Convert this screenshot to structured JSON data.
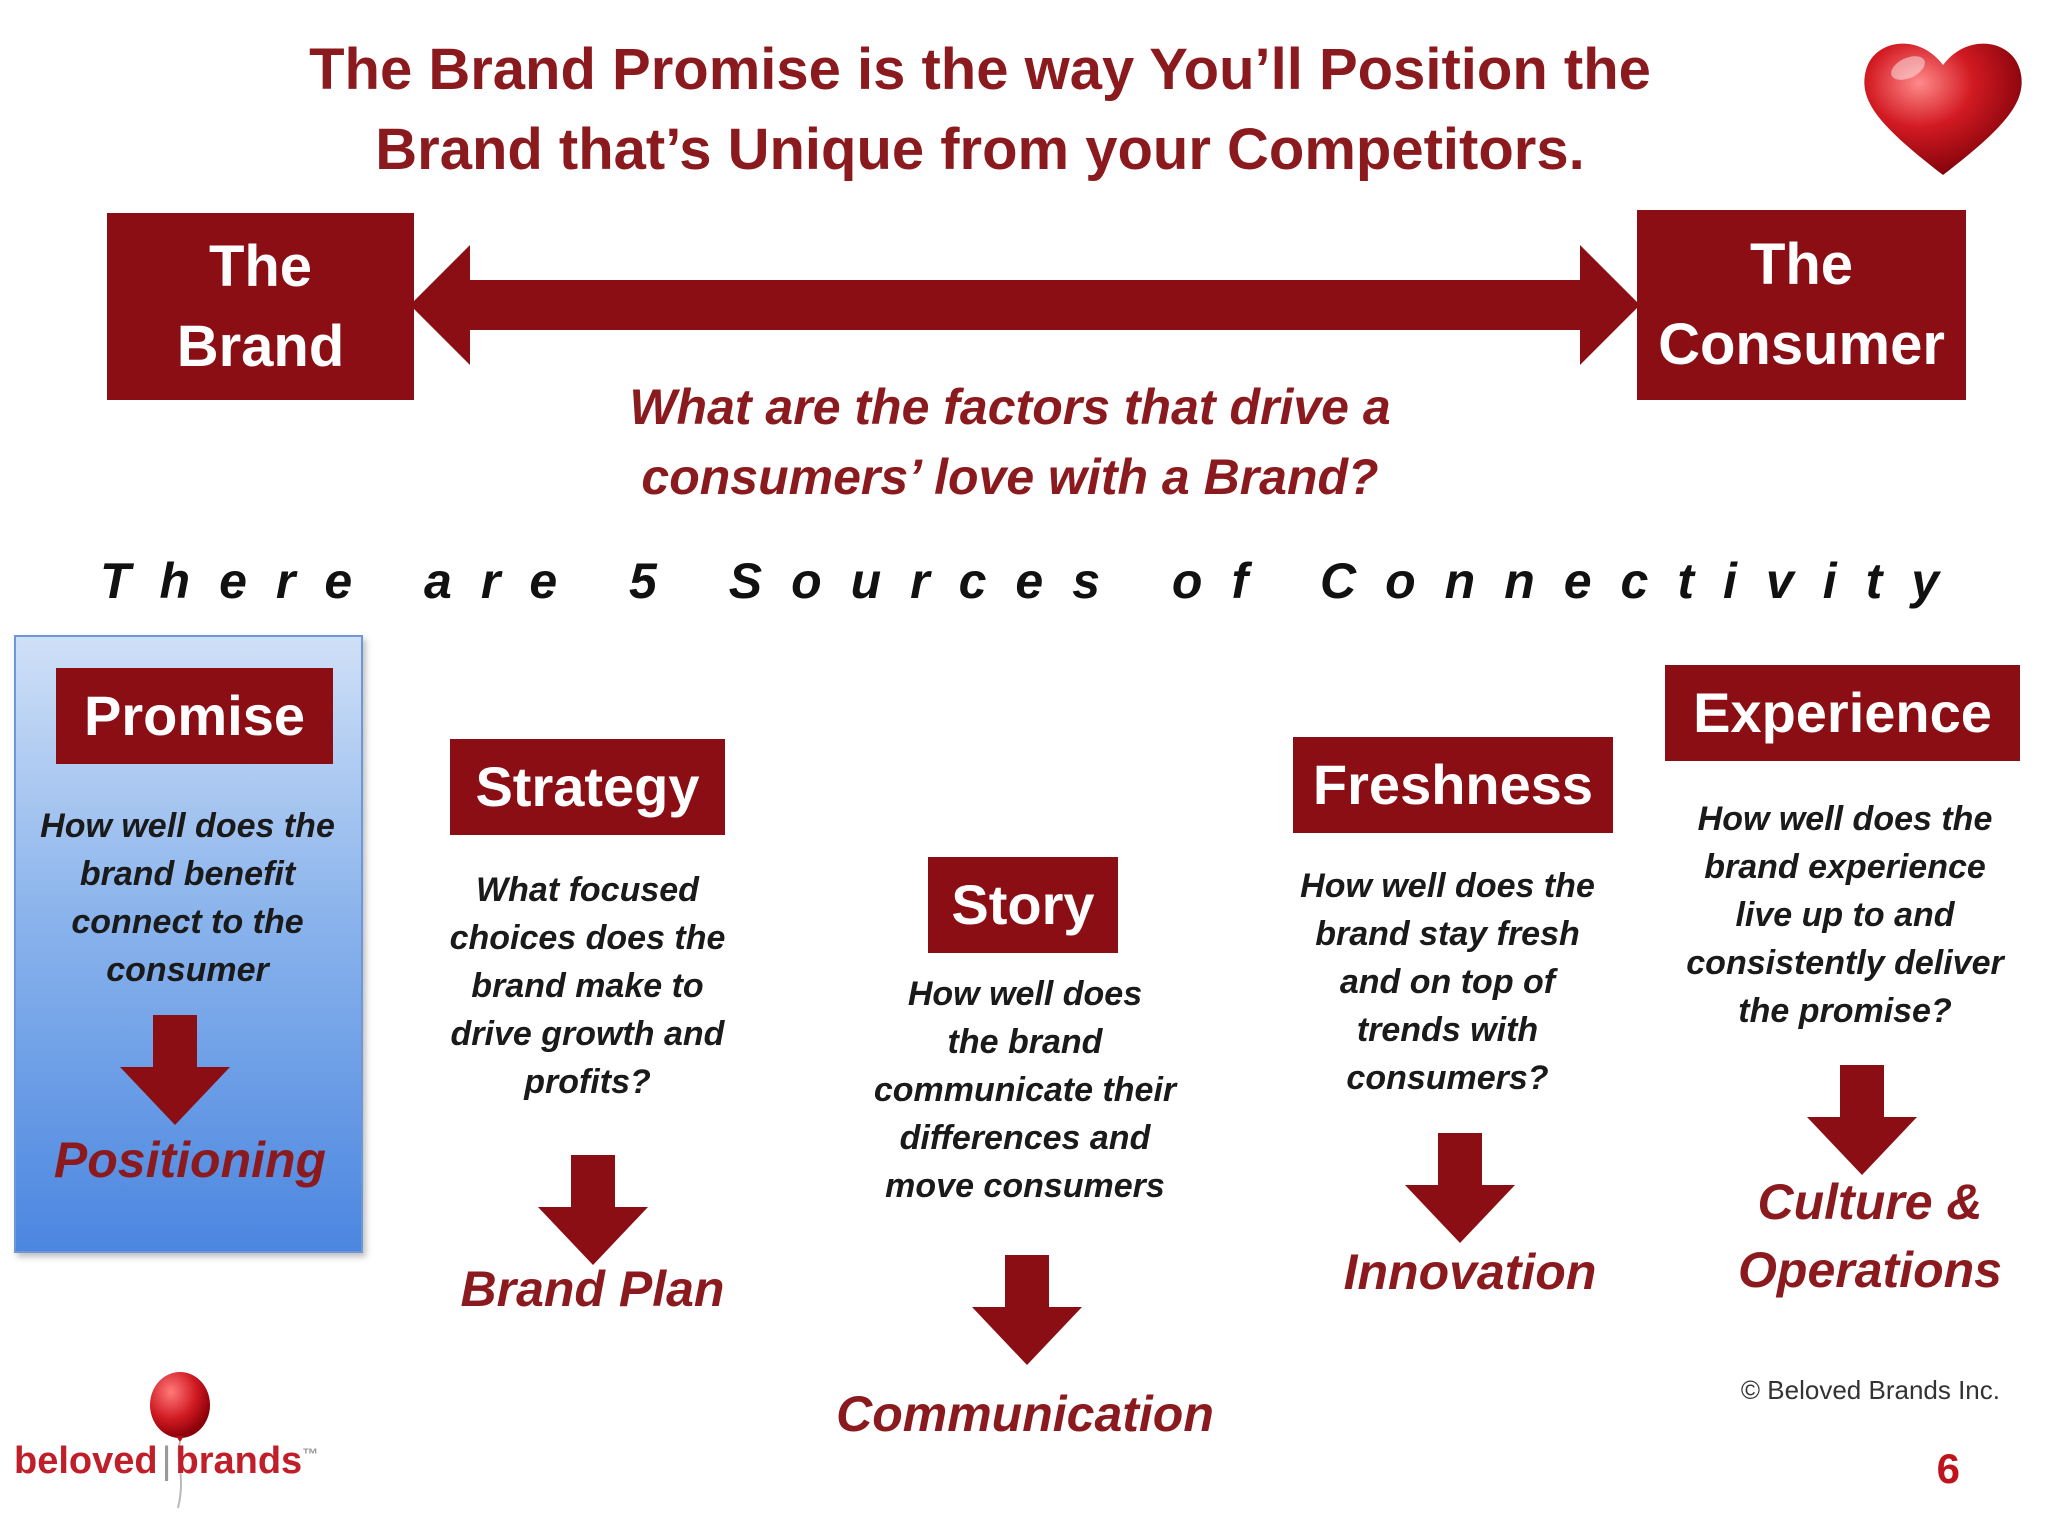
{
  "title_line1": "The Brand Promise is the way You’ll Position the",
  "title_line2": "Brand that’s Unique from your Competitors.",
  "brand_box": {
    "line1": "The",
    "line2": "Brand"
  },
  "consumer_box": {
    "line1": "The",
    "line2": "Consumer"
  },
  "question_line1": "What are the factors that drive a",
  "question_line2": "consumers’ love with a Brand?",
  "sources_heading": "There are 5 Sources of Connectivity",
  "sources": [
    {
      "label": "Promise",
      "desc": [
        "How well does the",
        "brand benefit",
        "connect to the",
        "consumer"
      ],
      "outcome": [
        "Positioning"
      ]
    },
    {
      "label": "Strategy",
      "desc": [
        "What focused",
        "choices does the",
        "brand make to",
        "drive growth and",
        "profits?"
      ],
      "outcome": [
        "Brand Plan"
      ]
    },
    {
      "label": "Story",
      "desc": [
        "How well does",
        "the brand",
        "communicate their",
        "differences and",
        "move consumers"
      ],
      "outcome": [
        "Communication"
      ]
    },
    {
      "label": "Freshness",
      "desc": [
        "How well does the",
        "brand stay fresh",
        "and on top of",
        "trends with",
        "consumers?"
      ],
      "outcome": [
        "Innovation"
      ]
    },
    {
      "label": "Experience",
      "desc": [
        "How well does the",
        "brand experience",
        "live up to and",
        "consistently deliver",
        "the promise?"
      ],
      "outcome": [
        "Culture &",
        "Operations"
      ]
    }
  ],
  "footer": {
    "copyright": "© Beloved Brands Inc.",
    "page_number": "6",
    "logo_word1": "beloved",
    "logo_word2": "brands",
    "logo_mark": "™"
  },
  "colors": {
    "brand_red": "#8b0e14",
    "title_red": "#8b1a1f",
    "panel_blue": "#4b86e0"
  },
  "icons": [
    "heart-icon",
    "double-arrow-icon",
    "down-arrow-icon",
    "balloon-icon"
  ]
}
